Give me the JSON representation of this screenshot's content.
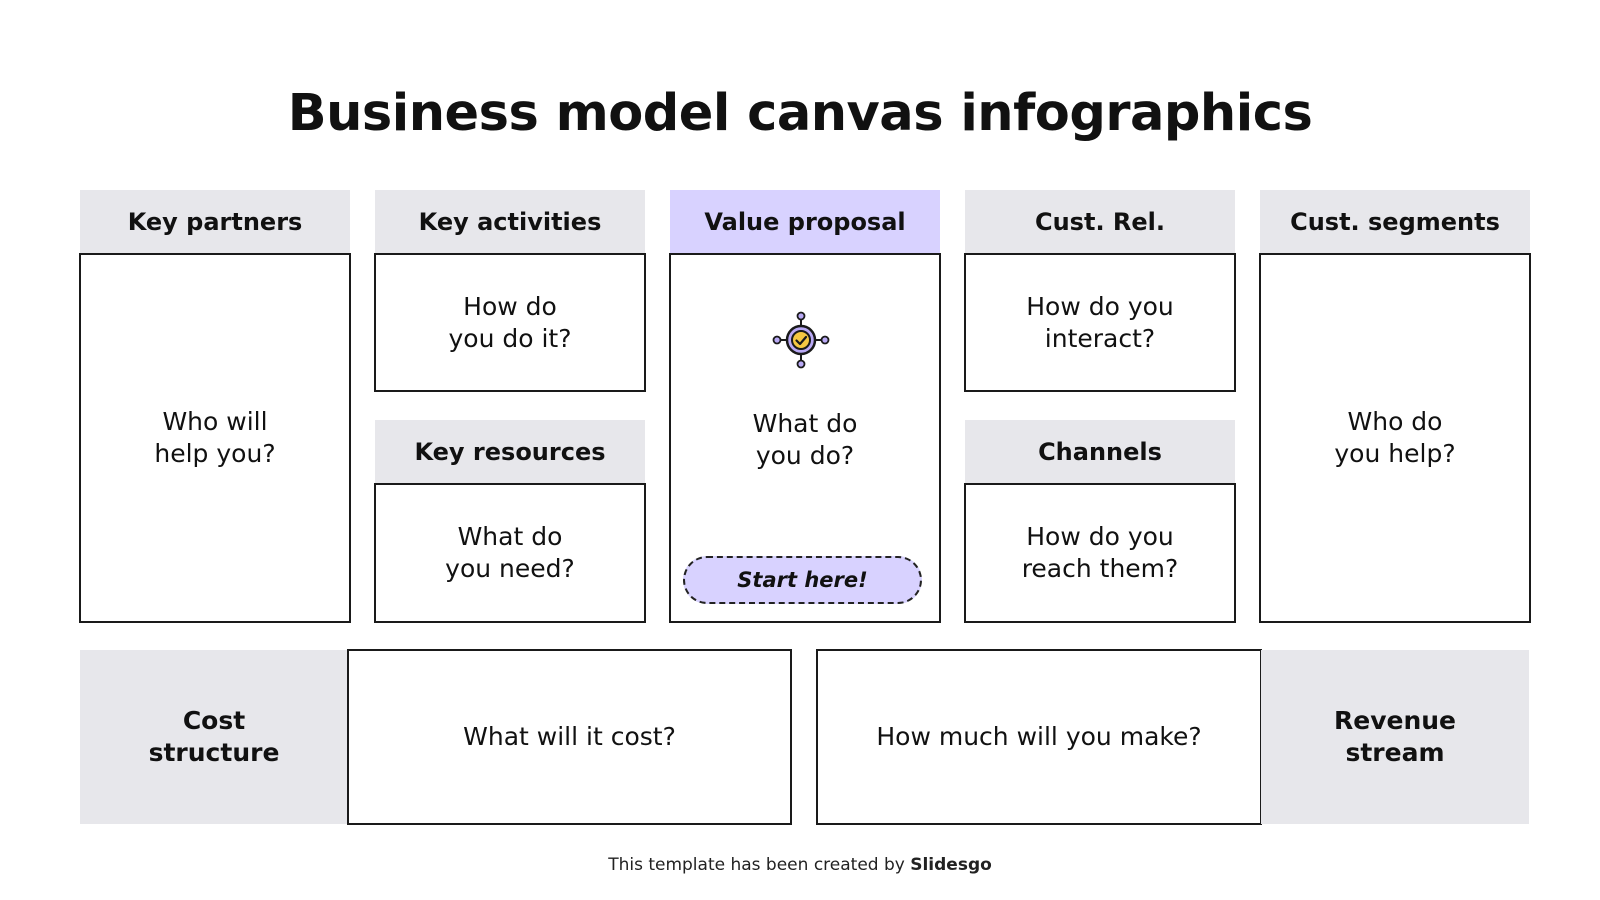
{
  "title": "Business model canvas infographics",
  "headers": {
    "key_partners": "Key partners",
    "key_activities": "Key activities",
    "value_proposal": "Value proposal",
    "cust_rel": "Cust. Rel.",
    "cust_segments": "Cust. segments",
    "key_resources": "Key resources",
    "channels": "Channels"
  },
  "questions": {
    "key_partners": "Who will\nhelp you?",
    "key_activities": "How do\nyou do it?",
    "key_resources": "What do\nyou need?",
    "value_proposal": "What do\nyou do?",
    "cust_rel": "How do you\ninteract?",
    "channels": "How do you\nreach them?",
    "cust_segments": "Who do\nyou help?",
    "cost": "What will it cost?",
    "revenue": "How much will you make?"
  },
  "bottom_labels": {
    "cost_structure": "Cost\nstructure",
    "revenue_stream": "Revenue\nstream"
  },
  "start_button": "Start here!",
  "footer": {
    "text": "This template has been created by ",
    "brand": "Slidesgo"
  },
  "icons": {
    "value_icon": "target-check-icon"
  },
  "colors": {
    "accent": "#d8d2ff",
    "header_gray": "#e7e7eb",
    "icon_yellow": "#f5c842"
  }
}
